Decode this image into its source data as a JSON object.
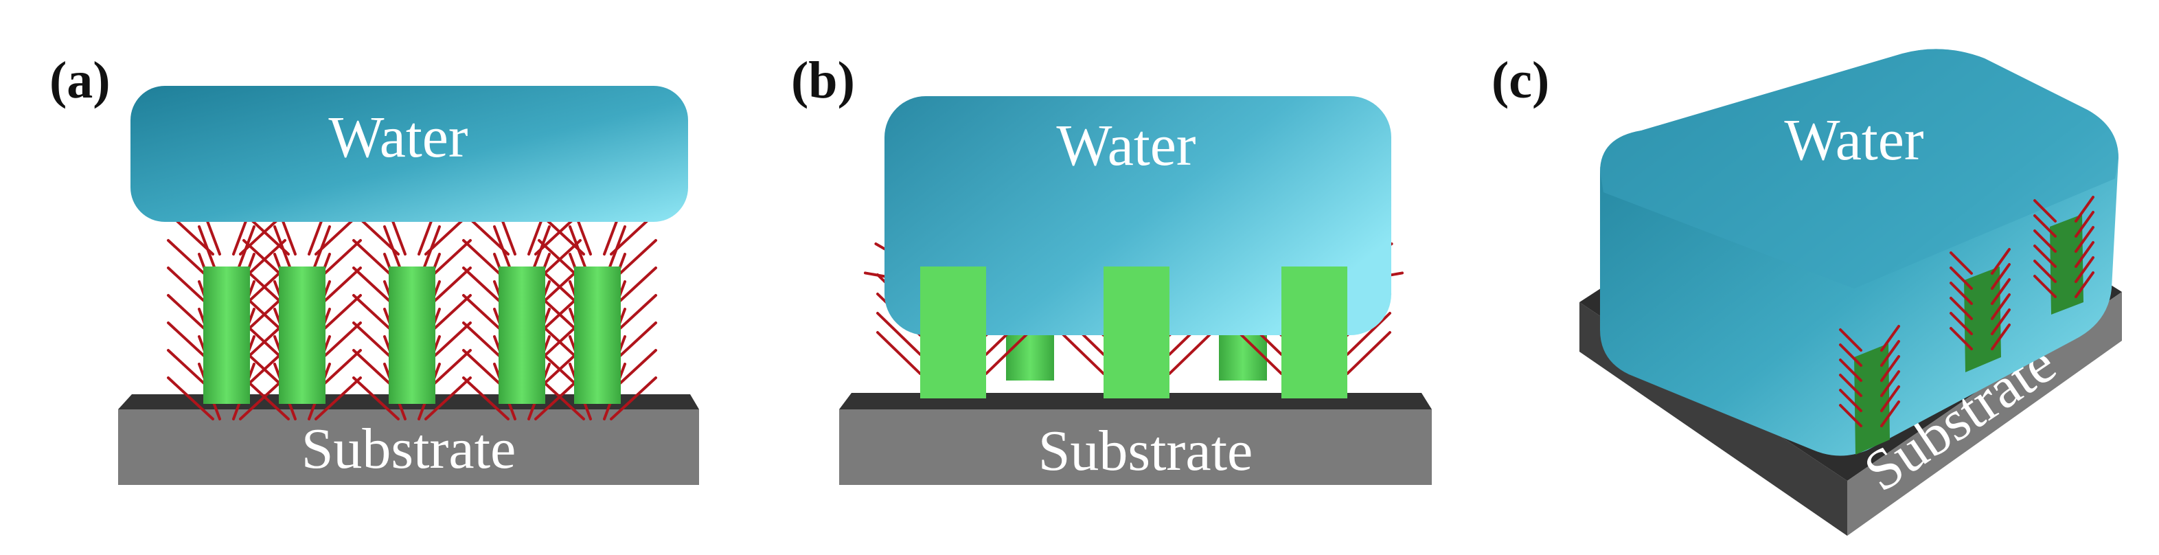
{
  "panels": [
    {
      "label": "(a)",
      "water": "Water",
      "substrate": "Substrate"
    },
    {
      "label": "(b)",
      "water": "Water",
      "substrate": "Substrate"
    },
    {
      "label": "(c)",
      "water": "Water",
      "substrate": "Substrate"
    }
  ],
  "colors": {
    "water": "#3fa9c2",
    "water_highlight": "#8fe6f4",
    "water_shadow": "#1f7f99",
    "pillar": "#55d455",
    "pillar_dark": "#2e8a32",
    "spike": "#b0141b",
    "substrate_top": "#2d2d2d",
    "substrate_front": "#7b7b7b"
  },
  "icons": [
    "water-droplet",
    "micro-pillar",
    "nano-spike",
    "substrate-slab"
  ]
}
